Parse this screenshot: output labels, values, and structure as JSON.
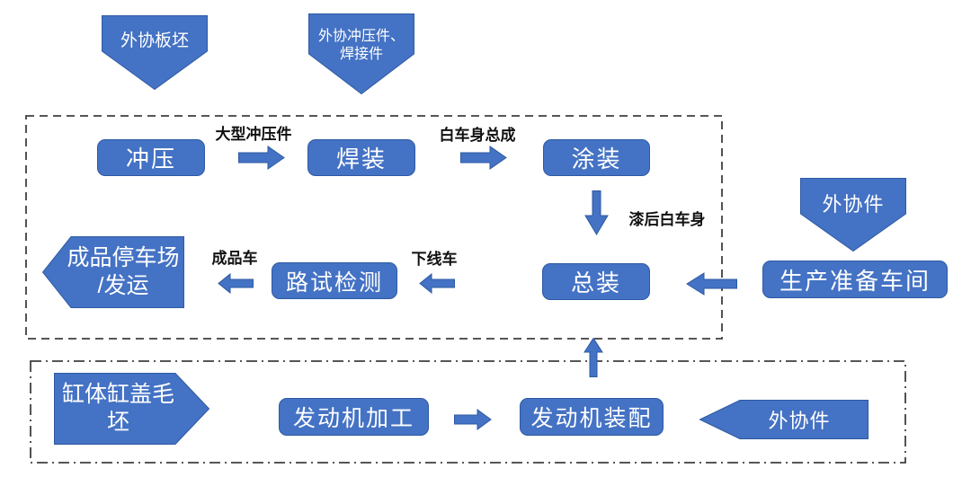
{
  "diagram": {
    "colors": {
      "shape_fill": "#4472C4",
      "shape_stroke": "#2E5AA2",
      "boundary_stroke": "#3F3F3F",
      "shape_text": "#FFFFFF",
      "label_text": "#111111"
    },
    "top_inputs": {
      "slab": {
        "label": "外协板坯"
      },
      "stamp_weld": {
        "line1": "外协冲压件、",
        "line2": "焊接件"
      },
      "outsourced": {
        "label": "外协件"
      }
    },
    "vehicle_line": {
      "stamping": "冲压",
      "welding": "焊装",
      "painting": "涂装",
      "assembly": "总装",
      "road_test": "路试检测",
      "prep_shop": "生产准备车间",
      "parking": {
        "line1": "成品停车场",
        "line2": "/发运"
      }
    },
    "flow_labels": {
      "large_stampings": "大型冲压件",
      "body_in_white": "白车身总成",
      "painted_body": "漆后白车身",
      "offline_car": "下线车",
      "finished_car": "成品车"
    },
    "engine_line": {
      "blank": {
        "line1": "缸体缸盖毛",
        "line2": "坯"
      },
      "machining": "发动机加工",
      "engine_assembly": "发动机装配",
      "outsourced": "外协件"
    }
  }
}
